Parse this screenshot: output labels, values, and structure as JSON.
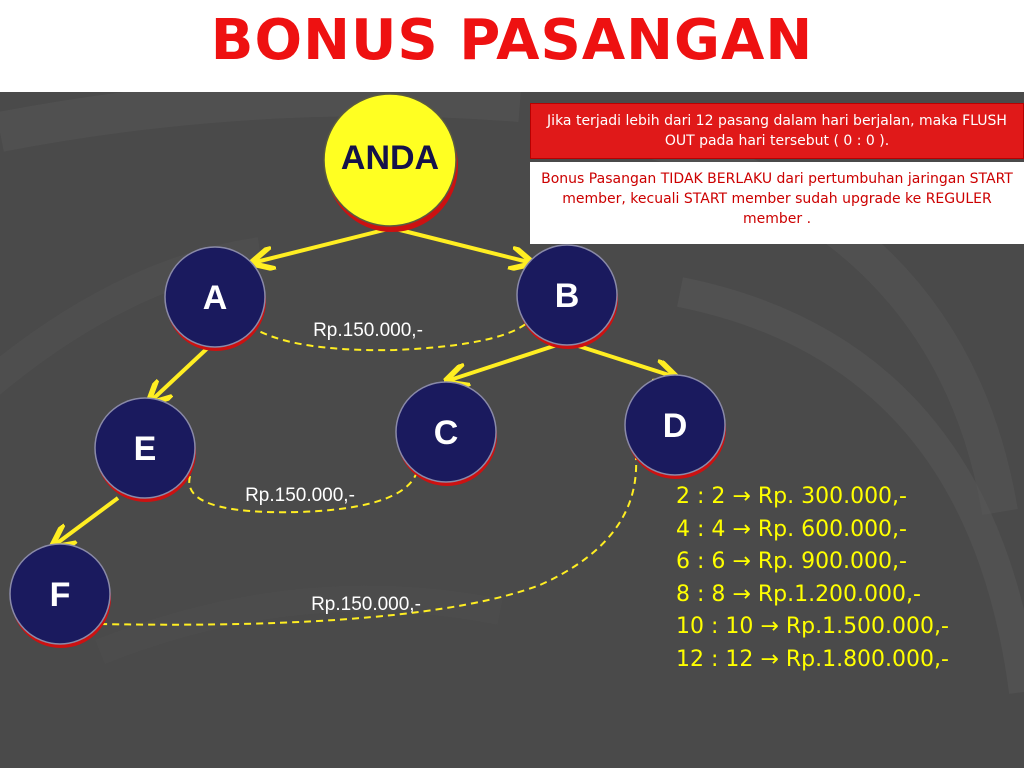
{
  "title": "BONUS PASANGAN",
  "notes": {
    "flush_out": "Jika terjadi lebih dari 12 pasang dalam hari berjalan, maka FLUSH OUT pada hari tersebut ( 0 : 0 ).",
    "not_applicable": "Bonus Pasangan TIDAK BERLAKU dari pertumbuhan jaringan START member,   kecuali START member sudah upgrade ke REGULER member ."
  },
  "nodes": {
    "root": "ANDA",
    "a": "A",
    "b": "B",
    "c": "C",
    "d": "D",
    "e": "E",
    "f": "F"
  },
  "pair_amounts": [
    "Rp.150.000,-",
    "Rp.150.000,-",
    "Rp.150.000,-"
  ],
  "bonus_table": [
    {
      "ratio": "2 : 2",
      "arrow": "→",
      "amount": "Rp.  300.000,-"
    },
    {
      "ratio": "4 : 4",
      "arrow": "→",
      "amount": "Rp.  600.000,-"
    },
    {
      "ratio": "6 : 6 ",
      "arrow": "→",
      "amount": "Rp.  900.000,-"
    },
    {
      "ratio": "8 : 8 ",
      "arrow": "→",
      "amount": "Rp.1.200.000,-"
    },
    {
      "ratio": "10 : 10",
      "arrow": "→",
      "amount": "Rp.1.500.000,-"
    },
    {
      "ratio": "12 : 12",
      "arrow": "→",
      "amount": "Rp.1.800.000,-"
    }
  ],
  "colors": {
    "title": "#ee1111",
    "background": "#4a4a4a",
    "node_fill": "#1a1a5e",
    "node_shadow": "#cc1111",
    "root_fill": "#ffff22",
    "connector": "#ffee22",
    "bonus_text": "#ffff00"
  }
}
